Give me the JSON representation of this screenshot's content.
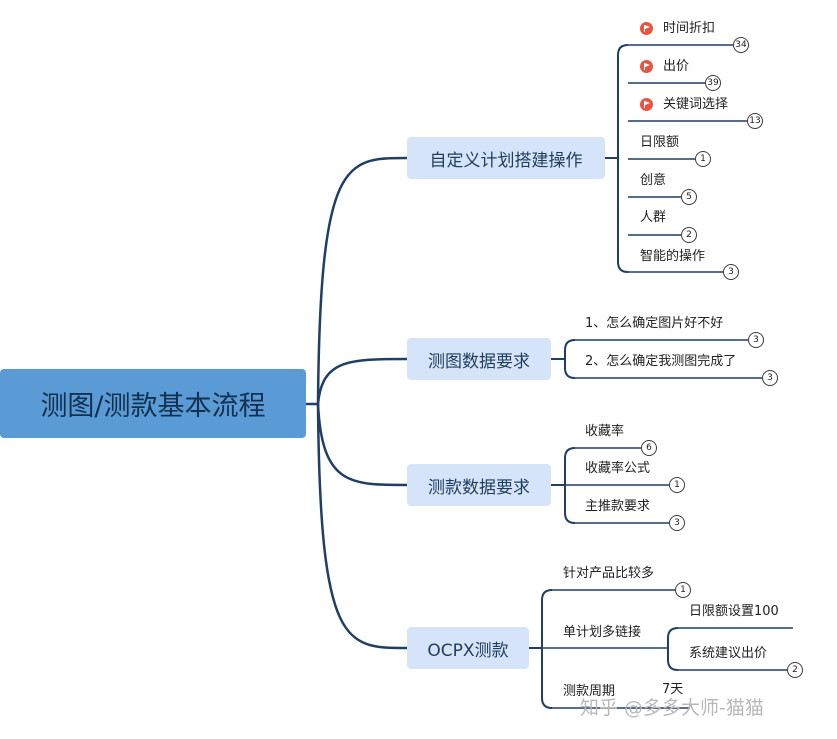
{
  "root": {
    "label": "测图/测款基本流程"
  },
  "branches": [
    {
      "label": "自定义计划搭建操作",
      "children": [
        {
          "label": "时间折扣",
          "flag": true,
          "count": "34"
        },
        {
          "label": "出价",
          "flag": true,
          "count": "39"
        },
        {
          "label": "关键词选择",
          "flag": true,
          "count": "13"
        },
        {
          "label": "日限额",
          "count": "1"
        },
        {
          "label": "创意",
          "count": "5"
        },
        {
          "label": "人群",
          "count": "2"
        },
        {
          "label": "智能的操作",
          "count": "3"
        }
      ]
    },
    {
      "label": "测图数据要求",
      "children": [
        {
          "label": "1、怎么确定图片好不好",
          "count": "3"
        },
        {
          "label": "2、怎么确定我测图完成了",
          "count": "3"
        }
      ]
    },
    {
      "label": "测款数据要求",
      "children": [
        {
          "label": "收藏率",
          "count": "6"
        },
        {
          "label": "收藏率公式",
          "count": "1"
        },
        {
          "label": "主推款要求",
          "count": "3"
        }
      ]
    },
    {
      "label": "OCPX测款",
      "children": [
        {
          "label": "针对产品比较多",
          "count": "1"
        },
        {
          "label": "单计划多链接",
          "children": [
            {
              "label": "日限额设置100"
            },
            {
              "label": "系统建议出价",
              "count": "2"
            }
          ]
        },
        {
          "label": "测款周期",
          "value": "7天"
        }
      ]
    }
  ],
  "watermark": "知乎 @多多大师-猫猫",
  "colors": {
    "root_fill": "#5b9bd5",
    "branch_fill": "#d6e4fa",
    "line": "#1f3f66",
    "flag": "#e8543f"
  }
}
